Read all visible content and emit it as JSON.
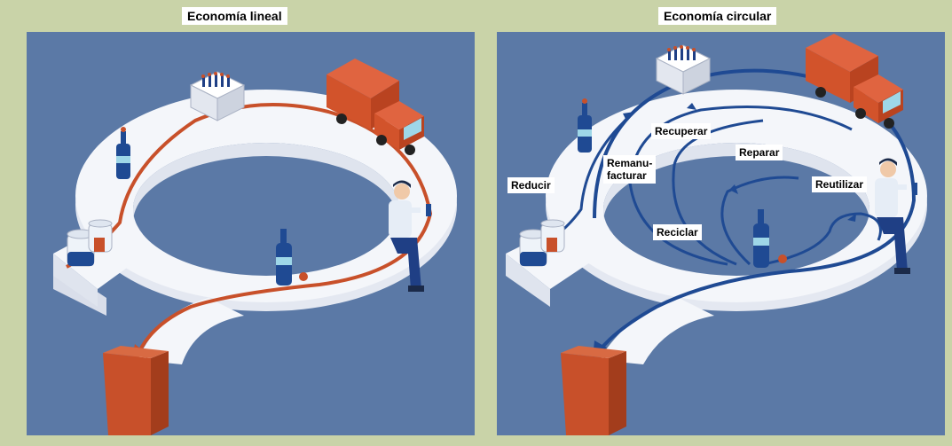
{
  "left_panel": {
    "title": "Economía lineal"
  },
  "right_panel": {
    "title": "Economía circular",
    "labels": {
      "reducir": "Reducir",
      "remanufacturar": "Remanu-\nfacturar",
      "recuperar": "Recuperar",
      "reparar": "Reparar",
      "reutilizar": "Reutilizar",
      "reciclar": "Reciclar"
    }
  },
  "colors": {
    "background": "#c9d3a8",
    "panel": "#5b79a6",
    "track": "#eef1f7",
    "linear_arrow": "#c8502a",
    "circular_arrow": "#1f4a93",
    "truck": "#d2532b",
    "bin": "#c8502a"
  }
}
